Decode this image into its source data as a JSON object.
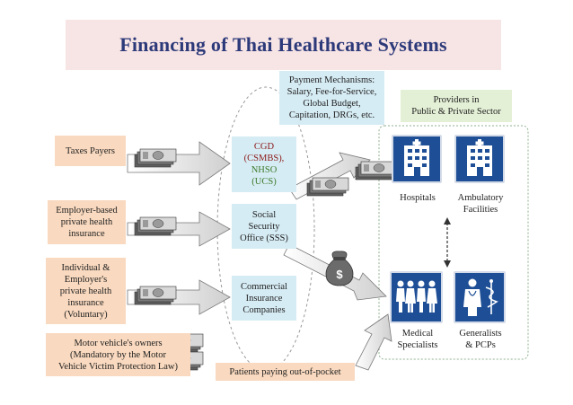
{
  "title": "Financing of Thai Healthcare Systems",
  "payers": {
    "taxes": "Taxes Payers",
    "employer": [
      "Employer-based",
      "private health",
      "insurance"
    ],
    "individual": [
      "Individual &",
      "Employer's",
      "private health",
      "insurance",
      "(Voluntary)"
    ],
    "motor": [
      "Motor vehicle's owners",
      "(Mandatory by the Motor",
      "Vehicle Victim Protection Law)"
    ]
  },
  "funds": {
    "cgd": [
      "CGD",
      "(CSMBS),",
      "NHSO",
      "(UCS)"
    ],
    "sso": [
      "Social",
      "Security",
      "Office (SSS)"
    ],
    "commercial": [
      "Commercial",
      "Insurance",
      "Companies"
    ]
  },
  "payment_mechanisms": [
    "Payment Mechanisms:",
    "Salary, Fee-for-Service,",
    "Global Budget,",
    "Capitation, DRGs, etc."
  ],
  "providers_header": [
    "Providers in",
    "Public & Private Sector"
  ],
  "providers": {
    "hospitals": "Hospitals",
    "ambulatory": [
      "Ambulatory",
      "Facilities"
    ],
    "specialists": [
      "Medical",
      "Specialists"
    ],
    "generalists": [
      "Generalists",
      "& PCPs"
    ]
  },
  "out_of_pocket": "Patients paying out-of-pocket",
  "money_bag_symbol": "$",
  "colors": {
    "title": "#2d3a7a",
    "payer_fill": "#f9d9bf",
    "fund_fill": "#d6ecf4",
    "note_fill": "#e4f0d6",
    "tile_blue": "#1e4f96"
  },
  "icons": [
    "money-stack-icon",
    "hospital-building-icon",
    "people-group-icon",
    "doctor-icon",
    "money-bag-icon",
    "double-arrow-icon"
  ]
}
